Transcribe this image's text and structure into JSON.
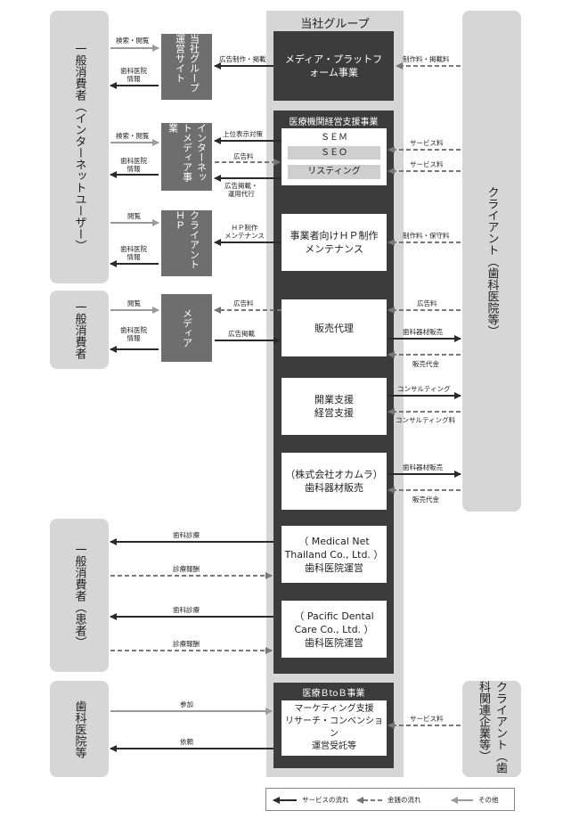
{
  "group": {
    "title": "当社グループ"
  },
  "left_panels": {
    "internet_users": "一般消費者（インターネットユーザー）",
    "consumers": "一般消費者",
    "patients": "一般消費者（患者）",
    "clinics": "歯科医院等"
  },
  "right_panels": {
    "client_clinics": "クライアント（歯科医院等）",
    "client_dental_companies": "クライアント（歯科関連企業等）"
  },
  "intermediaries": {
    "own_site": "当社グループ運営サイト",
    "internet_media": "インターネットメディア事業",
    "client_hp": "クライアントＨＰ",
    "media": "メディア"
  },
  "businesses": {
    "media_platform": "メディア・プラットフォーム事業",
    "support_header": "医療機関経営支援事業",
    "sem": "ＳＥＭ",
    "seo": "ＳＥＯ",
    "listing": "リスティング",
    "hp_production": "事業者向けＨＰ制作\nメンテナンス",
    "sales_agency": "販売代理",
    "opening_support": "開業支援\n経営支援",
    "okamura": "（株式会社オカムラ）\n歯科器材販売",
    "medical_net": "（ Medical Net\nThailand Co., Ltd. ）\n歯科医院運営",
    "pacific": "（ Pacific Dental\nCare Co., Ltd. ）\n歯科医院運営",
    "btob_header": "医療ＢtoＢ事業",
    "marketing": "マーケティング支援\nリサーチ・コンベンション\n運営受託等"
  },
  "flow_labels": {
    "search_browse_1": "検索・閲覧",
    "dental_info_1": "歯科医院\n情報",
    "ad_production": "広告制作・掲載",
    "production_fee_1": "制作料・掲載料",
    "search_browse_2": "検索・閲覧",
    "dental_info_2": "歯科医院\n情報",
    "top_display": "上位表示対策",
    "ad_fee_1": "広告料",
    "ad_operation": "広告掲載・\n運用代行",
    "service_fee_1": "サービス料",
    "service_fee_2": "サービス料",
    "browse_1": "閲覧",
    "dental_info_3": "歯科医院\n情報",
    "hp_production": "ＨＰ制作\nメンテナンス",
    "production_fee_2": "制作料・保守料",
    "browse_2": "閲覧",
    "dental_info_4": "歯科医院\n情報",
    "ad_fee_2": "広告料",
    "ad_placement": "広告掲載",
    "ad_fee_3": "広告料",
    "equipment_sales_1": "歯科器材販売",
    "sales_price_1": "販売代金",
    "consulting": "コンサルティング",
    "consulting_fee": "コンサルティング料",
    "equipment_sales_2": "歯科器材販売",
    "sales_price_2": "販売代金",
    "treatment_1": "歯科診療",
    "treatment_fee_1": "診療報酬",
    "treatment_2": "歯科診療",
    "treatment_fee_2": "診療報酬",
    "participation": "参加",
    "service_fee_3": "サービス料",
    "request": "依頼"
  },
  "legend": {
    "service_flow": "サービスの流れ",
    "money_flow": "金銭の流れ",
    "other": "その他"
  },
  "colors": {
    "panel": "#d6d6d6",
    "dark": "#3c3c3c",
    "grey_box": "#6e6e6e",
    "line_dark": "#2a2a2a",
    "line_dash": "#777777",
    "line_other": "#9a9a9a"
  }
}
